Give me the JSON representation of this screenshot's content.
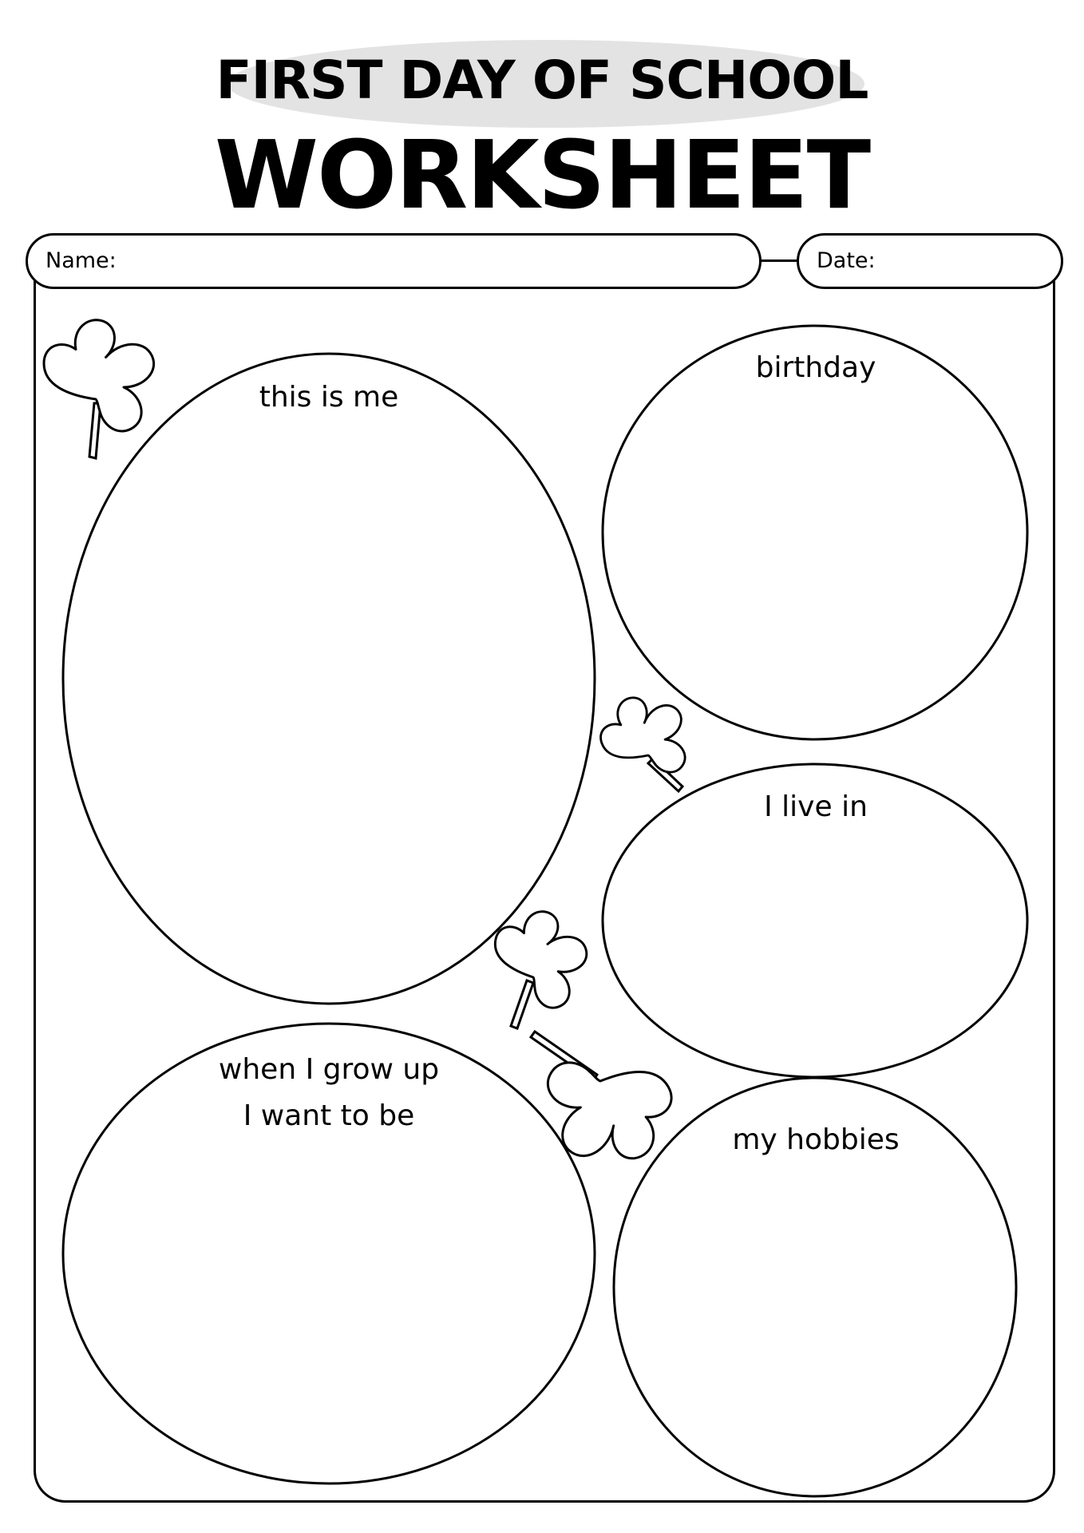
{
  "header": {
    "title_line1": "FIRST DAY OF SCHOOL",
    "title_line2": "WORKSHEET"
  },
  "fields": {
    "name_label": "Name:",
    "date_label": "Date:"
  },
  "bubbles": {
    "this_is_me": "this is me",
    "birthday": "birthday",
    "i_live_in": "I live in",
    "grow_up_line1": "when I grow up",
    "grow_up_line2": "I want to be",
    "my_hobbies": "my hobbies"
  },
  "decorations": {
    "icon": "shamrock-icon",
    "stroke_color": "#000000",
    "title_pill_color": "#e3e3e3"
  }
}
